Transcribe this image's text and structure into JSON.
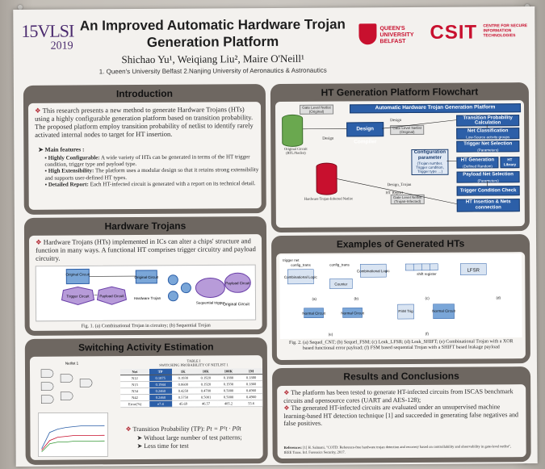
{
  "poster": {
    "conference_logo": "VLSI",
    "conference_prefix": "15",
    "conference_year": "2019",
    "title_line1": "An Improved Automatic Hardware Trojan",
    "title_line2": "Generation Platform",
    "authors": "Shichao Yu¹, Weiqiang Liu², Maire O'Neill¹",
    "affiliations": "1. Queen's University Belfast  2.Nanjing University of Aeronautics & Astronautics",
    "qub_name": "QUEEN'S UNIVERSITY BELFAST",
    "csit_name": "CSIT",
    "csit_sub": "CENTRE FOR SECURE INFORMATION TECHNOLOGIES"
  },
  "introduction": {
    "heading": "Introduction",
    "text": "This research presents a new method to generate Hardware Trojans (HTs) using a highly configurable generation platform based on transition probability. The proposed platform employ transition probability of netlist to identify rarely activated internal nodes to target for HT insertion.",
    "features_heading": "Main features :",
    "features": [
      {
        "label": "Highly Configurable:",
        "text": " A wide variety of HTs can be generated in terms of the HT trigger condition, trigger type and payload type."
      },
      {
        "label": "High Extensibility:",
        "text": " The platform uses a modular design so that it retains strong extensibility and supports user-defined HT types."
      },
      {
        "label": "Detailed Report:",
        "text": " Each HT-infected circuit is generated with a report on its technical detail."
      }
    ]
  },
  "hardware_trojans": {
    "heading": "Hardware Trojans",
    "text": "Hardware Trojans (HTs) implemented in ICs can alter a chips' structure and function in many ways. A functional HT comprises trigger circuitry and payload circuitry.",
    "caption": "Fig. 1. (a) Combinational Trojan in circuitry; (b) Sequential Trojan",
    "labels": {
      "original": "Original Circuit",
      "trigger": "Trigger Circuit",
      "payload": "Payload Circuit",
      "trojan": "Hardware Trojan",
      "sequential": "Sequential trigger",
      "orig_circuit": "Original Circuit"
    }
  },
  "switching": {
    "heading": "Switching Activity Estimation",
    "table_title": "TABLE I",
    "table_subtitle": "SWITCHING PROBABILITY OF NETLIST 1",
    "columns": [
      "Net",
      "TP",
      "1K",
      "10K",
      "100K",
      "1M"
    ],
    "rows": [
      [
        "N12",
        "0.1875",
        "0.1930",
        "0.1920",
        "0.1880",
        "0.1880"
      ],
      [
        "N15",
        "0.1944",
        "0.0600",
        "0.1920",
        "0.1930",
        "0.1860"
      ],
      [
        "N34",
        "0.2460",
        "0.4250",
        "0.4700",
        "0.5000",
        "0.4960"
      ],
      [
        "N42",
        "0.2460",
        "0.5750",
        "0.5001",
        "0.5000",
        "0.4960"
      ],
      [
        "Error(%)",
        "e7.4",
        "45.69",
        "46.57",
        "485.2",
        "55.6"
      ]
    ],
    "net_label": "Netlist 1",
    "formula_label": "Transition Probability (TP): ",
    "formula": "Pt = P¹t · P0t",
    "bullets": [
      "Without large number of test patterns;",
      "Less time for test"
    ]
  },
  "flowchart": {
    "heading": "HT Generation Platform Flowchart",
    "main_bar": "Automatic Hardware Trojan Generation Platform",
    "original_circuit": "Original Circuit (RTL/Netlist)",
    "infected_netlist": "Hardware Trojan-Infected Netlist",
    "design_compiler": "Design Compiler",
    "config_param": "Configuration parameter",
    "config_detail": "(Trojan number, Trigger condition, Trigger type …)",
    "gate_level": "Gate Level Netlist (Original)",
    "gate_level2": "Gate Level Netlist (Trojan-Infected)",
    "design": "Design",
    "design_trojan": "Design_Trojan",
    "ht_report": "HT Report",
    "steps": [
      "Transition Probability Calculation",
      "Net Classification",
      "Low-Source activity groups",
      "Trigger Net Selection",
      "(Parameters)",
      "HT Generation",
      "(Defined Random)",
      "HT Library",
      "Payload Net Selection",
      "(Parameters)",
      "Trigger Condition Check",
      "HT Insertion & Nets connection"
    ]
  },
  "examples": {
    "heading": "Examples of Generated HTs",
    "caption": "Fig. 2. (a) Sequel_CNT; (b) Sequel_FSM; (c) Leak_LFSR; (d) Leak_SHIFT; (e) Combinational Trojan with a XOR based functional error payload; (f) FSM based sequential Trojan with a SHIFT based leakage payload",
    "labels": [
      "trigger net",
      "config_trans",
      "Combinational Logic",
      "config_trans",
      "Counter",
      "Combinational Logic",
      "shift register",
      "LFSR",
      "Normal Circuit",
      "Normal Circuit",
      "FSM Trig",
      "Normal Circuit",
      "(a)",
      "(b)",
      "(c)",
      "(d)",
      "(e)",
      "(f)"
    ]
  },
  "results": {
    "heading": "Results and Conclusions",
    "points": [
      "The platform has been tested to generate HT-infected circuits from ISCAS benchmark circuits and opensource cores (UART and AES-128);",
      "The generated HT-infected circuits are evaluated under an unsupervised machine learning-based HT detection technique [1] and succeeded in generating false negatives and false positives."
    ],
    "reference_label": "References:",
    "reference": "[1] H. Salmani, \"COTD: Reference-free hardware trojan detection and recovery based on controllability and observability in gate-level netlist\", IEEE Trans. Inf. Forensics Security, 2017."
  }
}
